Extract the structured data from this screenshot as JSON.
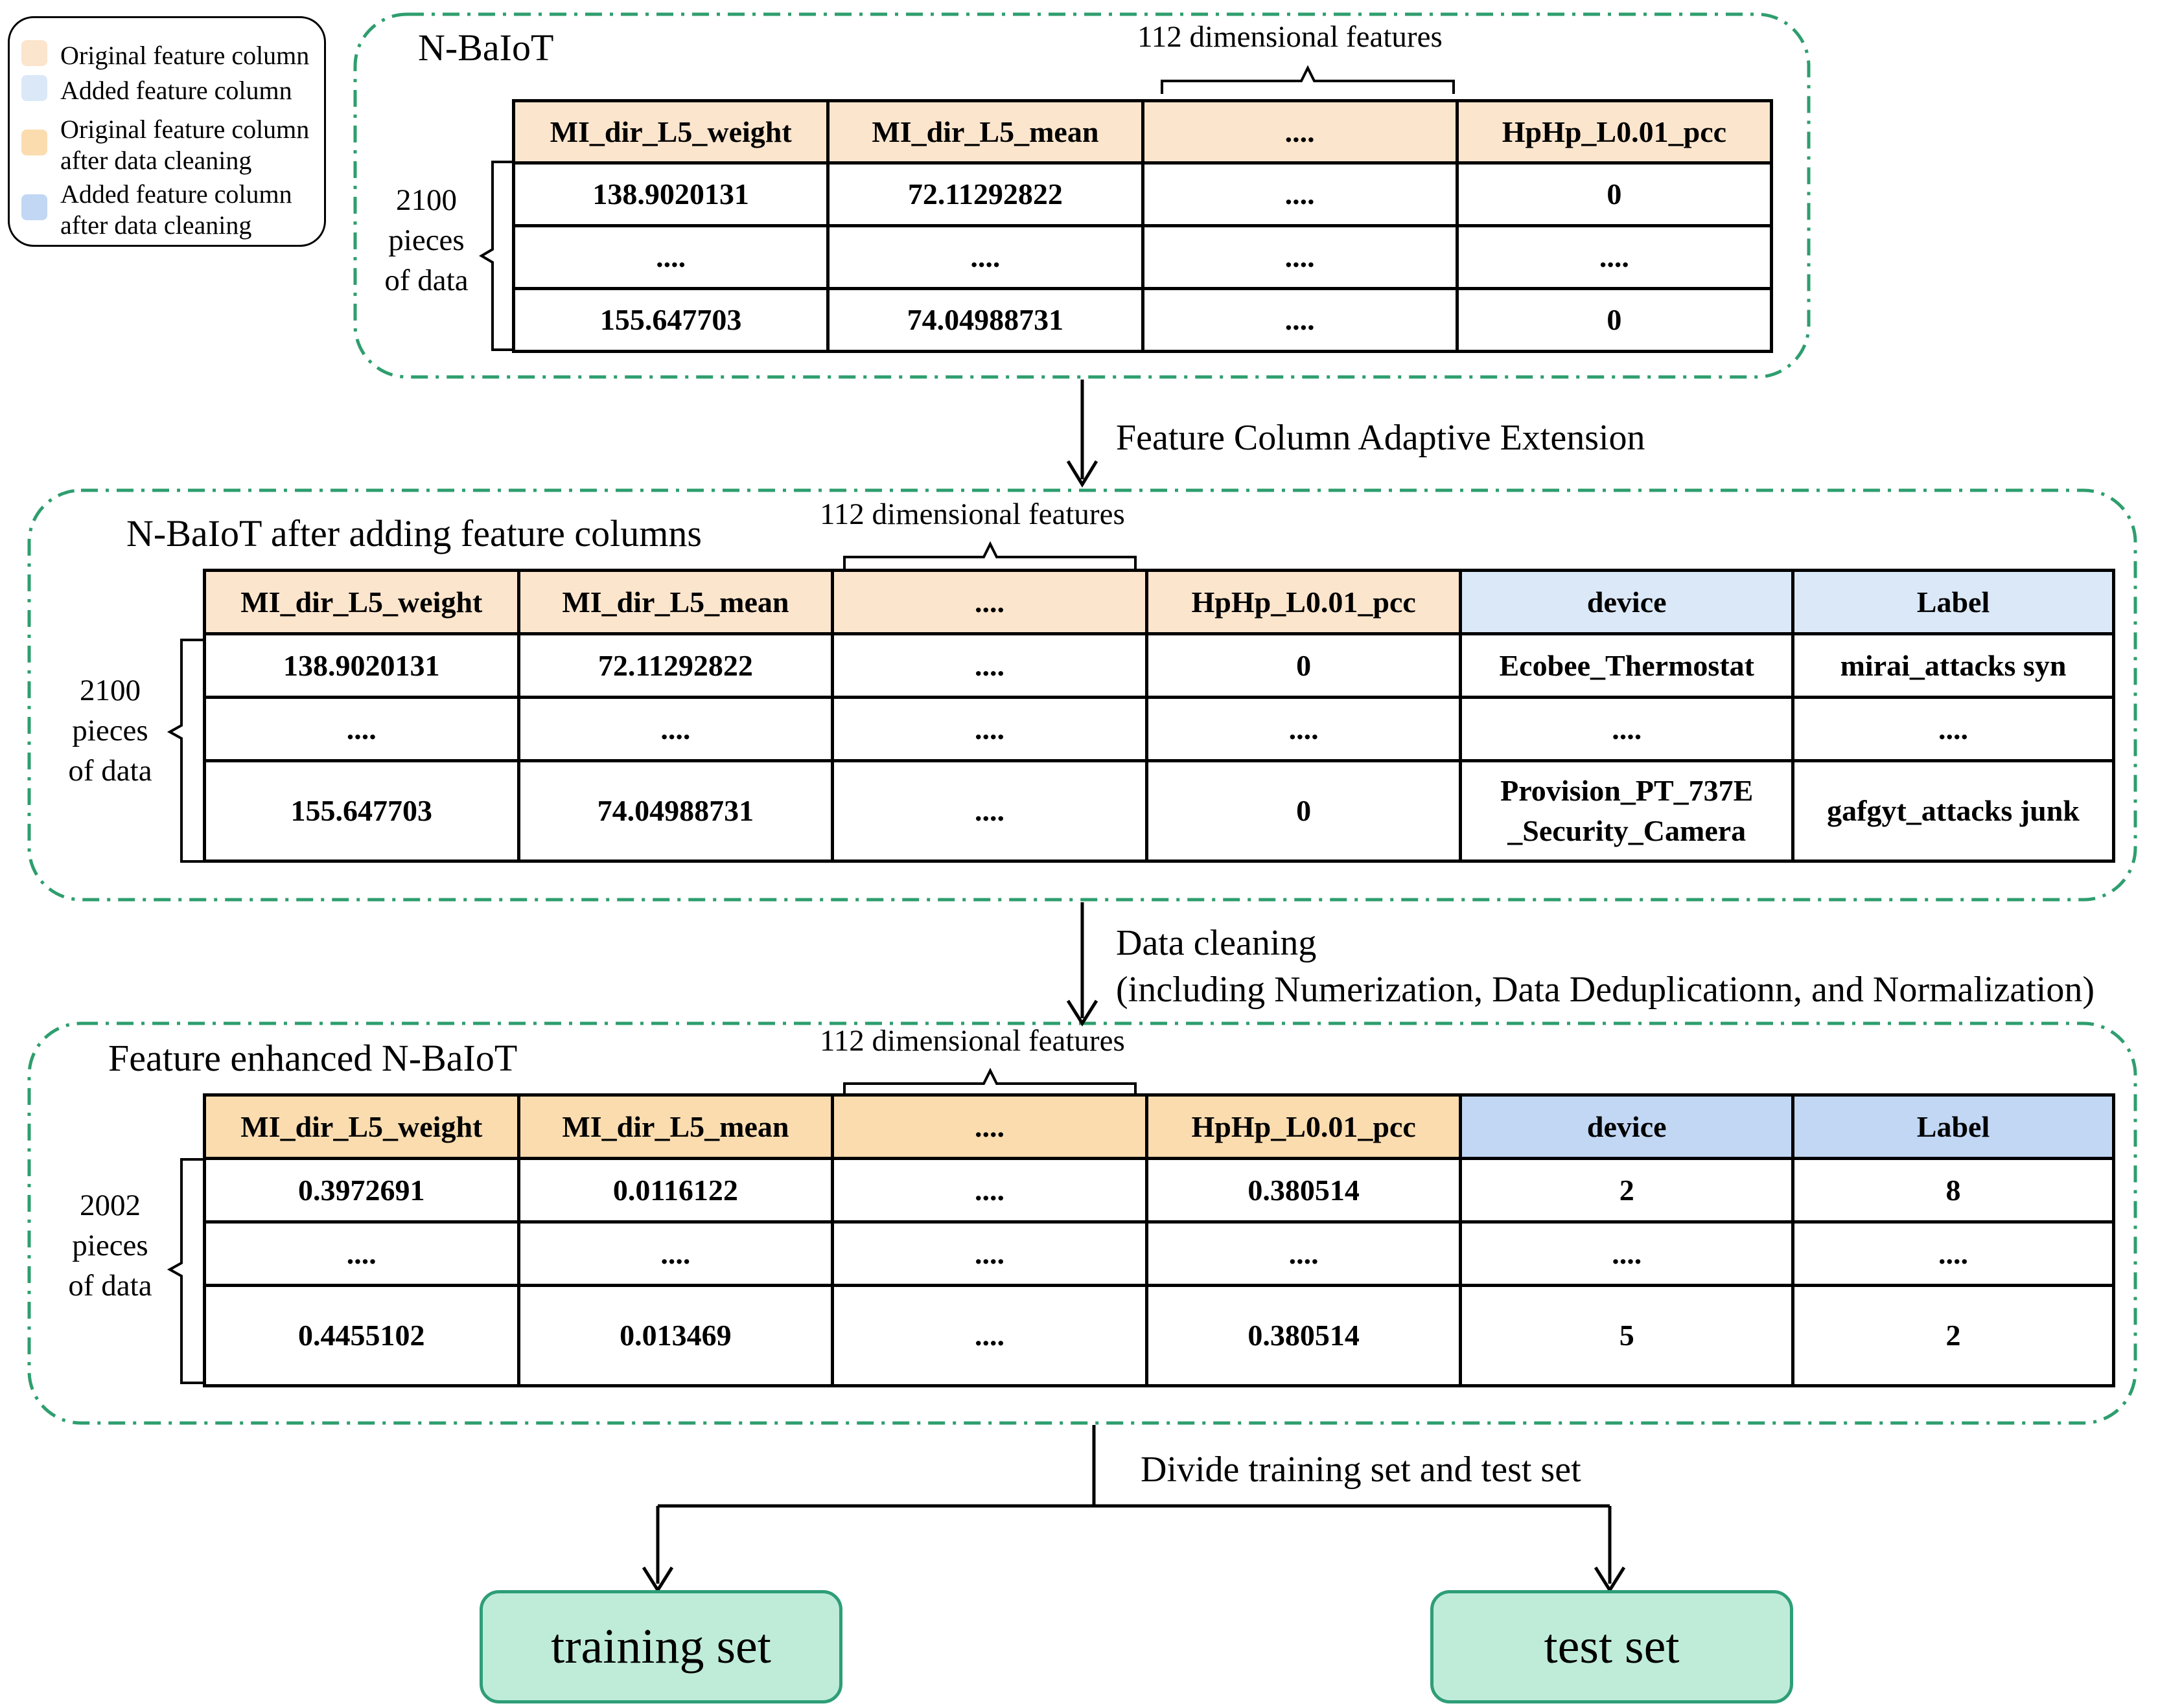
{
  "legend": {
    "items": [
      {
        "label": "Original feature column",
        "color": "#fce5cd"
      },
      {
        "label": "Added feature column",
        "color": "#dbe8f8"
      },
      {
        "label": "Original feature column after data cleaning",
        "color": "#fbdcaf"
      },
      {
        "label": "Added feature column after data cleaning",
        "color": "#c1d7f4"
      }
    ]
  },
  "panels": {
    "original": {
      "title": "N-BaIoT",
      "features_label": "112 dimensional features",
      "rows_label": [
        "2100",
        "pieces",
        "of data"
      ],
      "headers": [
        "MI_dir_L5_weight",
        "MI_dir_L5_mean",
        "....",
        "HpHp_L0.01_pcc"
      ],
      "rows": [
        [
          "138.9020131",
          "72.11292822",
          "....",
          "0"
        ],
        [
          "....",
          "....",
          "....",
          "...."
        ],
        [
          "155.647703",
          "74.04988731",
          "....",
          "0"
        ]
      ]
    },
    "extended": {
      "title": "N-BaIoT after adding feature columns",
      "features_label": "112 dimensional features",
      "rows_label": [
        "2100",
        "pieces",
        "of data"
      ],
      "headers": [
        "MI_dir_L5_weight",
        "MI_dir_L5_mean",
        "....",
        "HpHp_L0.01_pcc",
        "device",
        "Label"
      ],
      "rows": [
        [
          "138.9020131",
          "72.11292822",
          "....",
          "0",
          "Ecobee_Thermostat",
          "mirai_attacks syn"
        ],
        [
          "....",
          "....",
          "....",
          "....",
          "....",
          "...."
        ],
        [
          "155.647703",
          "74.04988731",
          "....",
          "0",
          "Provision_PT_737E _Security_Camera",
          "gafgyt_attacks junk"
        ]
      ]
    },
    "enhanced": {
      "title": "Feature enhanced N-BaIoT",
      "features_label": "112 dimensional features",
      "rows_label": [
        "2002",
        "pieces",
        "of data"
      ],
      "headers": [
        "MI_dir_L5_weight",
        "MI_dir_L5_mean",
        "....",
        "HpHp_L0.01_pcc",
        "device",
        "Label"
      ],
      "rows": [
        [
          "0.3972691",
          "0.0116122",
          "....",
          "0.380514",
          "2",
          "8"
        ],
        [
          "....",
          "....",
          "....",
          "....",
          "....",
          "...."
        ],
        [
          "0.4455102",
          "0.013469",
          "....",
          "0.380514",
          "5",
          "2"
        ]
      ]
    }
  },
  "steps": {
    "extension": "Feature Column Adaptive Extension",
    "cleaning_title": "Data cleaning",
    "cleaning_detail": "(including Numerization, Data Deduplicationn, and Normalization)",
    "divide": "Divide training set and test set"
  },
  "outputs": {
    "training": "training set",
    "test": "test set"
  },
  "colors": {
    "panel_border": "#2e9e6e",
    "result_fill": "#bfecd9",
    "result_border": "#2e9e78"
  }
}
